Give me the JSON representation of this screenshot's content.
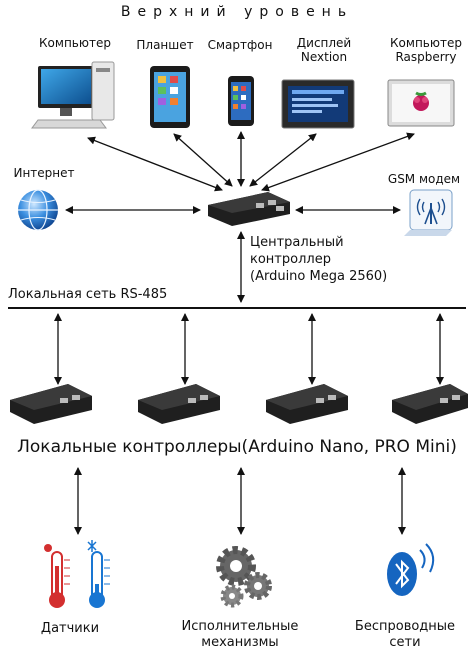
{
  "top_title": "Верхний уровень",
  "devices": {
    "computer": "Компьютер",
    "tablet": "Планшет",
    "smartphone": "Смартфон",
    "display": [
      "Дисплей",
      "Nextion"
    ],
    "raspberry": [
      "Компьютер",
      "Raspberry"
    ],
    "internet": "Интернет",
    "gsm": "GSM модем"
  },
  "central": [
    "Центральный",
    "контроллер",
    "(Arduino Mega 2560)"
  ],
  "bus_label": "Локальная сеть RS-485",
  "local_controllers_label": "Локальные контроллеры(Arduino Nano, PRO Mini)",
  "bottom": {
    "sensors": "Датчики",
    "actuators": [
      "Исполнительные",
      "механизмы"
    ],
    "wireless": [
      "Беспроводные",
      "сети"
    ]
  },
  "colors": {
    "arrow": "#111111",
    "controller_body": "#1f1f1f",
    "globe": "#1f6fd0",
    "bluetooth": "#1565c0",
    "thermo_hot": "#d32f2f",
    "thermo_cold": "#1976d2"
  }
}
